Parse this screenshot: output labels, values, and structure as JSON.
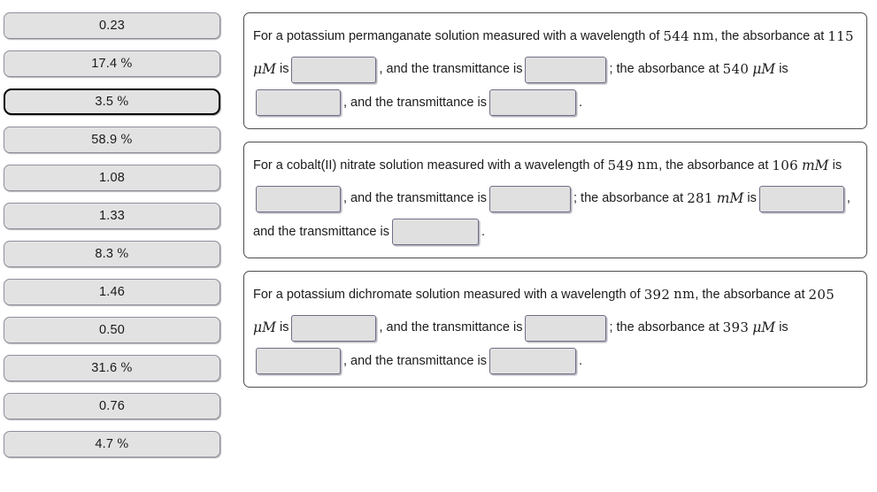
{
  "answer_chips": {
    "items": [
      {
        "value": "0.23",
        "unit": "",
        "selected": false
      },
      {
        "value": "17.4",
        "unit": "%",
        "selected": false
      },
      {
        "value": "3.5",
        "unit": "%",
        "selected": true
      },
      {
        "value": "58.9",
        "unit": "%",
        "selected": false
      },
      {
        "value": "1.08",
        "unit": "",
        "selected": false
      },
      {
        "value": "1.33",
        "unit": "",
        "selected": false
      },
      {
        "value": "8.3",
        "unit": "%",
        "selected": false
      },
      {
        "value": "1.46",
        "unit": "",
        "selected": false
      },
      {
        "value": "0.50",
        "unit": "",
        "selected": false
      },
      {
        "value": "31.6",
        "unit": "%",
        "selected": false
      },
      {
        "value": "0.76",
        "unit": "",
        "selected": false
      },
      {
        "value": "4.7",
        "unit": "%",
        "selected": false
      }
    ]
  },
  "questions": [
    {
      "intro": "For a potassium permanganate solution measured with a wavelength of",
      "wavelength": "544",
      "wavelength_unit": "nm",
      "after_wavelength": ", the absorbance",
      "at_label": "at",
      "conc1": "115",
      "conc1_unit": "μM",
      "is_label": "is",
      "mid_text": ", and the transmittance is",
      "semicolon_text": "; the absorbance at",
      "conc2": "540",
      "conc2_unit": "μM",
      "is2_label": "is",
      "tail_text": ", and the transmittance is",
      "period": "."
    },
    {
      "intro": "For a cobalt(II) nitrate solution measured with a wavelength of",
      "wavelength": "549",
      "wavelength_unit": "nm",
      "after_wavelength": ", the absorbance at",
      "conc1": "106",
      "conc1_unit": "mM",
      "is_label": "is",
      "mid_text": ", and the transmittance is",
      "semicolon_text": "; the absorbance at",
      "conc2": "281",
      "conc2_unit": "mM",
      "is2_label": "is",
      "tail_text": ", and the transmittance is",
      "period": "."
    },
    {
      "intro": "For a potassium dichromate solution measured with a wavelength of",
      "wavelength": "392",
      "wavelength_unit": "nm",
      "after_wavelength": ", the absorbance at",
      "conc1": "205",
      "conc1_unit": "μM",
      "is_label": "is",
      "mid_text": ", and the transmittance is",
      "semicolon_text": "; the absorbance at",
      "conc2": "393",
      "conc2_unit": "μM",
      "is2_label": "is",
      "tail_text": ", and the transmittance is",
      "period": "."
    }
  ],
  "blanks": {
    "value": "",
    "placeholder": ""
  },
  "colors": {
    "chip_background": "#e2e2e2",
    "chip_border": "#8f8f9e",
    "chip_selected_border": "#000000",
    "panel_border": "#4d4d4d",
    "blank_background": "#e0e0e0",
    "blank_border": "#6f6f87",
    "page_background": "#ffffff",
    "text": "#1c1c1c"
  }
}
